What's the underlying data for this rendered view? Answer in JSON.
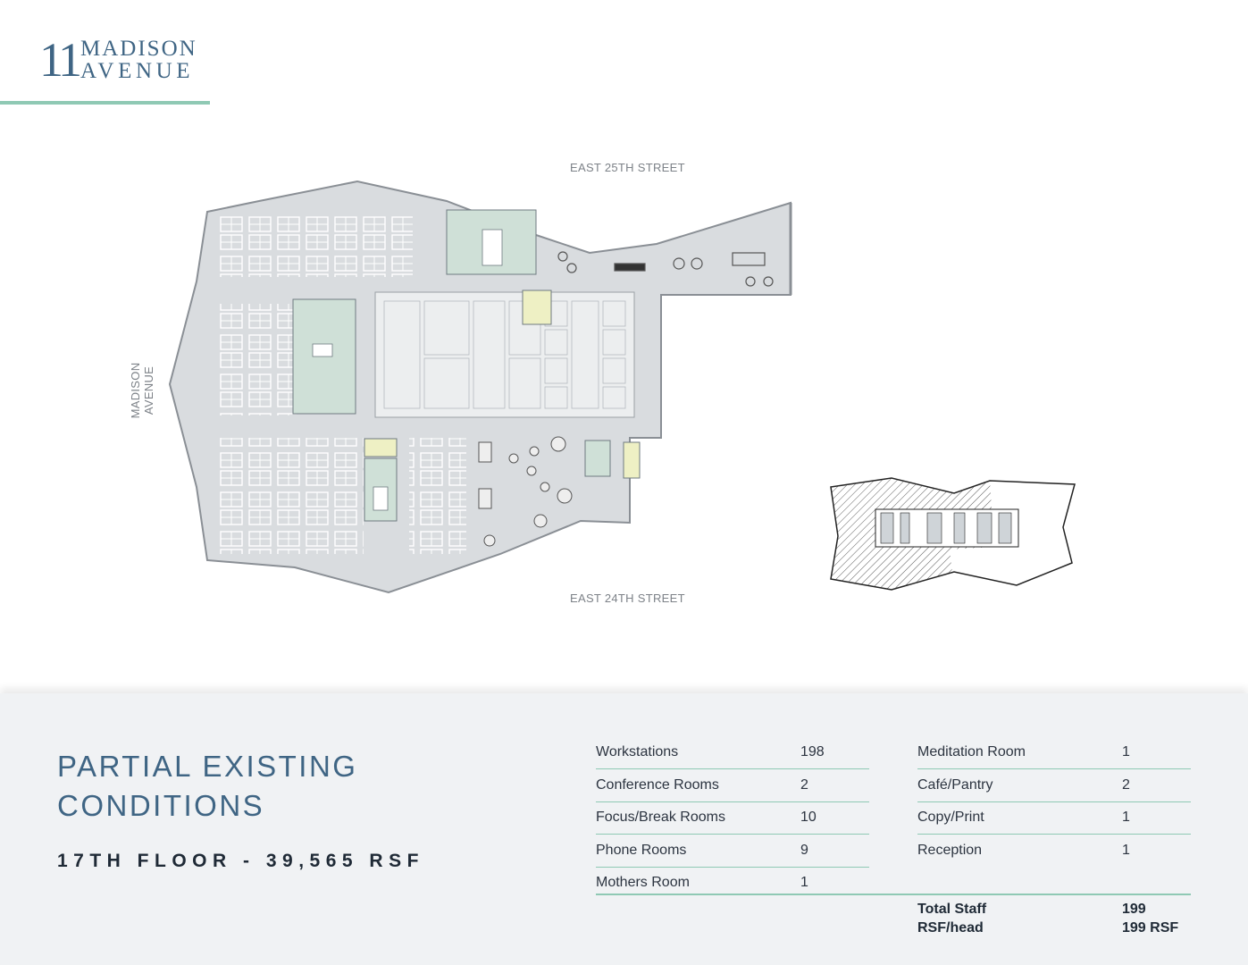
{
  "logo": {
    "number": "11",
    "line1": "MADISON",
    "line2": "AVENUE"
  },
  "streets": {
    "north": "EAST 25TH STREET",
    "south": "EAST 24TH STREET",
    "west": "MADISON AVENUE"
  },
  "title": {
    "line1": "PARTIAL EXISTING",
    "line2": "CONDITIONS"
  },
  "subtitle": "17TH FLOOR - 39,565 RSF",
  "table_left": [
    {
      "label": "Workstations",
      "value": "198"
    },
    {
      "label": "Conference Rooms",
      "value": "2"
    },
    {
      "label": "Focus/Break Rooms",
      "value": "10"
    },
    {
      "label": "Phone Rooms",
      "value": "9"
    },
    {
      "label": "Mothers Room",
      "value": "1"
    }
  ],
  "table_right": [
    {
      "label": "Meditation Room",
      "value": "1"
    },
    {
      "label": "Café/Pantry",
      "value": "2"
    },
    {
      "label": "Copy/Print",
      "value": "1"
    },
    {
      "label": "Reception",
      "value": "1"
    }
  ],
  "totals": [
    {
      "label": "Total Staff",
      "value": "199"
    },
    {
      "label": "RSF/head",
      "value": "199 RSF"
    }
  ],
  "colors": {
    "accent": "#3f6584",
    "rule": "#8fc9b4",
    "floor": "#d9dcdf",
    "room_green": "#cfe0d7",
    "room_yellow": "#eef0c4"
  }
}
